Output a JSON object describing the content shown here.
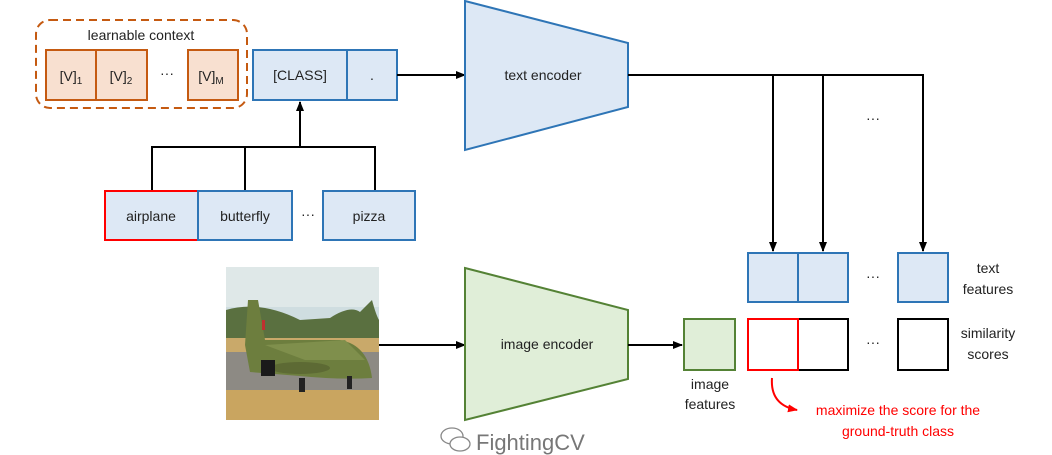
{
  "colors": {
    "blue_fill": "#dde8f5",
    "blue_stroke": "#2e75b6",
    "orange_fill": "#f8e0d0",
    "orange_stroke": "#c55a11",
    "green_fill": "#e0eed8",
    "green_stroke": "#548235",
    "red": "#ff0000"
  },
  "context": {
    "label": "learnable context",
    "tokens": [
      {
        "base": "[V]",
        "sub": "1"
      },
      {
        "base": "[V]",
        "sub": "2"
      },
      {
        "base": "[V]",
        "sub": "M"
      }
    ],
    "ellipsis": "···"
  },
  "class_token": {
    "label": "[CLASS]",
    "period": "."
  },
  "text_encoder": {
    "label": "text encoder"
  },
  "image_encoder": {
    "label": "image encoder"
  },
  "classes": {
    "items": [
      "airplane",
      "butterfly",
      "pizza"
    ],
    "ellipsis": "···"
  },
  "image_features": {
    "line1": "image",
    "line2": "features"
  },
  "text_features": {
    "line1": "text",
    "line2": "features",
    "ellipsis": "···"
  },
  "similarity": {
    "line1": "similarity",
    "line2": "scores",
    "ellipsis": "···"
  },
  "branch_ellipsis": "···",
  "objective": {
    "line1": "maximize the score for the",
    "line2": "ground-truth class"
  },
  "watermark": "FightingCV"
}
